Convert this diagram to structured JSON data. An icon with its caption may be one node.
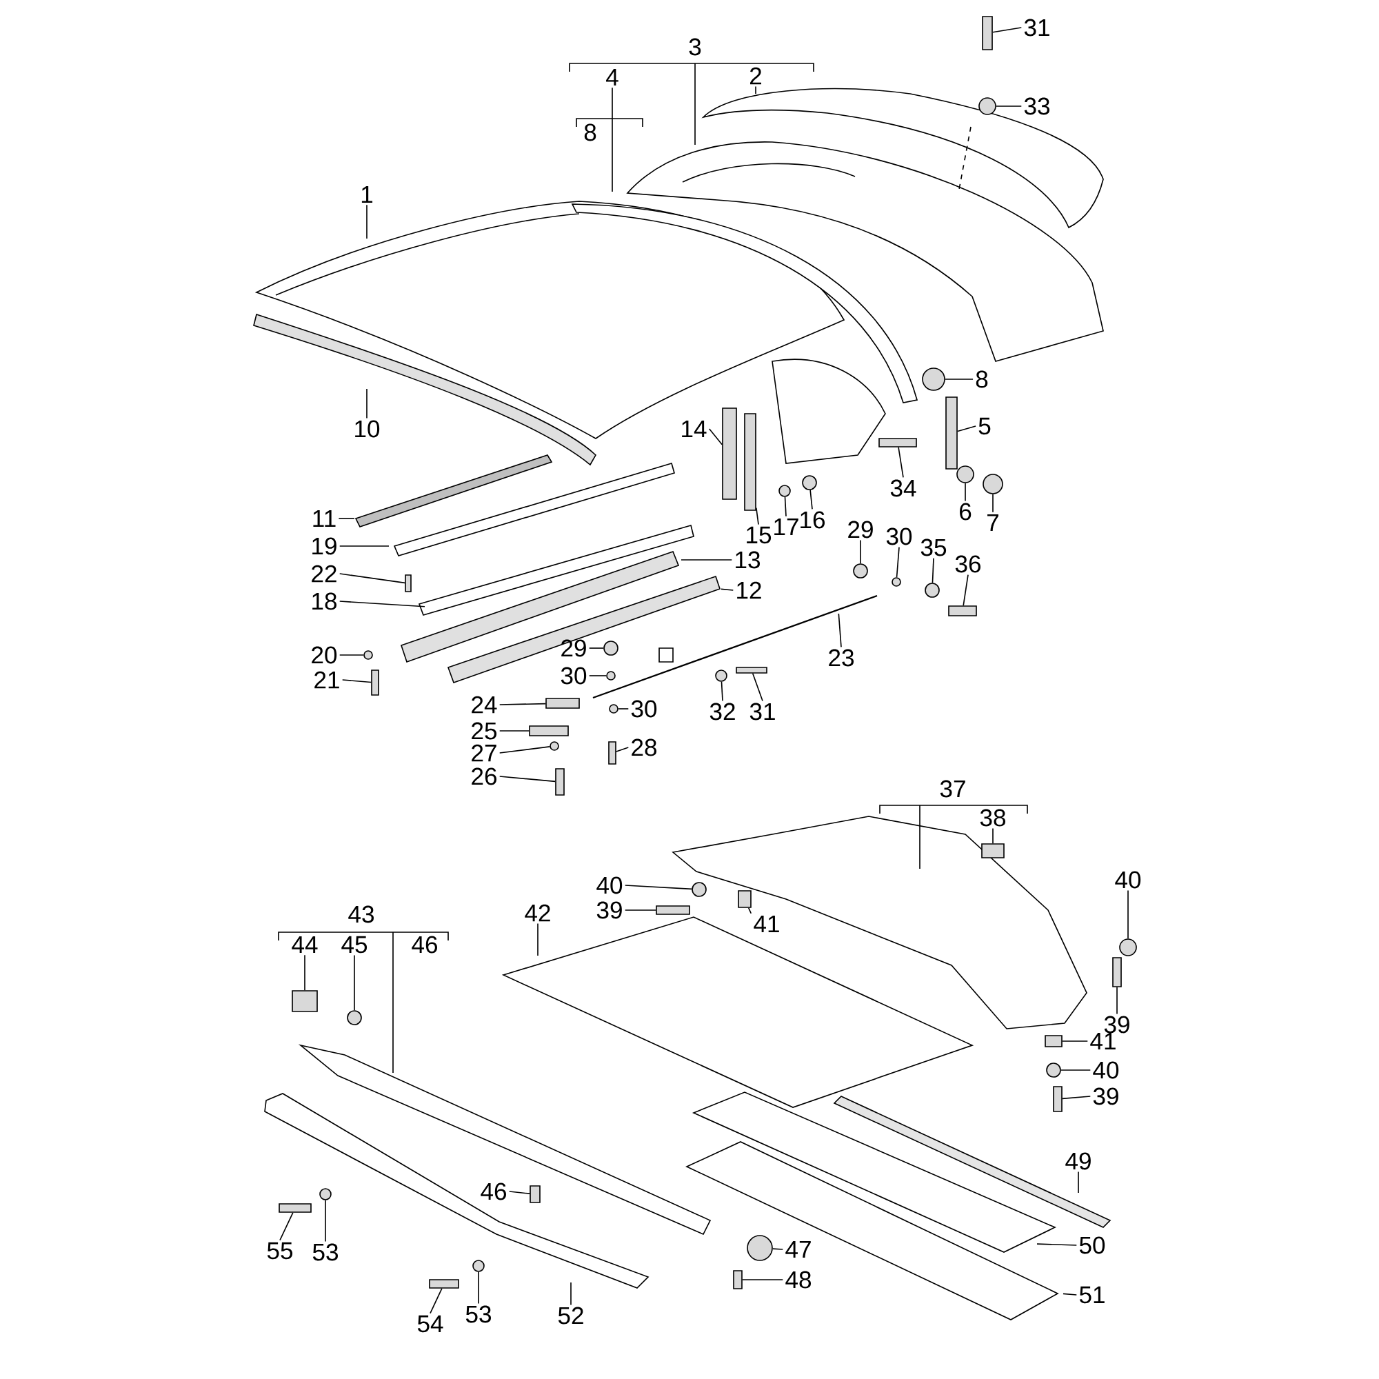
{
  "diagram": {
    "nodes": [
      {
        "text": [
          "2"
        ]
      },
      {
        "text": [
          "4"
        ]
      },
      {
        "text": [
          "31"
        ]
      },
      {
        "text": [
          "33"
        ]
      },
      {
        "text": [
          "1"
        ]
      },
      {
        "text": [
          "8"
        ]
      },
      {
        "text": [
          "5"
        ]
      },
      {
        "text": [
          "10"
        ]
      },
      {
        "text": [
          "14"
        ]
      },
      {
        "text": [
          "34"
        ]
      },
      {
        "text": [
          "6"
        ]
      },
      {
        "text": [
          "7"
        ]
      },
      {
        "text": [
          "11"
        ]
      },
      {
        "text": [
          "17"
        ]
      },
      {
        "text": [
          "16"
        ]
      },
      {
        "text": [
          "15"
        ]
      },
      {
        "text": [
          "29"
        ]
      },
      {
        "text": [
          "30"
        ]
      },
      {
        "text": [
          "19"
        ]
      },
      {
        "text": [
          "35"
        ]
      },
      {
        "text": [
          "13"
        ]
      },
      {
        "text": [
          "36"
        ]
      },
      {
        "text": [
          "22"
        ]
      },
      {
        "text": [
          "12"
        ]
      },
      {
        "text": [
          "18"
        ]
      },
      {
        "text": [
          "29"
        ]
      },
      {
        "text": [
          "20"
        ]
      },
      {
        "text": [
          "23"
        ]
      },
      {
        "text": [
          "30"
        ]
      },
      {
        "text": [
          "21"
        ]
      },
      {
        "text": [
          "24"
        ]
      },
      {
        "text": [
          "32"
        ]
      },
      {
        "text": [
          "31"
        ]
      },
      {
        "text": [
          "30"
        ]
      },
      {
        "text": [
          "25"
        ]
      },
      {
        "text": [
          "28"
        ]
      },
      {
        "text": [
          "27"
        ]
      },
      {
        "text": [
          "26"
        ]
      },
      {
        "text": [
          "38"
        ]
      },
      {
        "text": [
          "40"
        ]
      },
      {
        "text": [
          "40"
        ]
      },
      {
        "text": [
          "39"
        ]
      },
      {
        "text": [
          "42"
        ]
      },
      {
        "text": [
          "41"
        ]
      },
      {
        "text": [
          "44"
        ]
      },
      {
        "text": [
          "45"
        ]
      },
      {
        "text": [
          "39"
        ]
      },
      {
        "text": [
          "41"
        ]
      },
      {
        "text": [
          "40"
        ]
      },
      {
        "text": [
          "39"
        ]
      },
      {
        "text": [
          "49"
        ]
      },
      {
        "text": [
          "46"
        ]
      },
      {
        "text": [
          "50"
        ]
      },
      {
        "text": [
          "47"
        ]
      },
      {
        "text": [
          "55"
        ]
      },
      {
        "text": [
          "53"
        ]
      },
      {
        "text": [
          "48"
        ]
      },
      {
        "text": [
          "51"
        ]
      },
      {
        "text": [
          "54"
        ]
      },
      {
        "text": [
          "53"
        ]
      },
      {
        "text": [
          "52"
        ]
      },
      {
        "text": [],
        "shape": "box"
      },
      {
        "text": [],
        "shape": "circle"
      },
      {
        "text": [],
        "shape": "circle"
      },
      {
        "text": [],
        "shape": "box"
      },
      {
        "text": [],
        "shape": "box"
      },
      {
        "text": [],
        "shape": "box"
      },
      {
        "text": [],
        "shape": "circle"
      },
      {
        "text": [],
        "shape": "circle"
      },
      {
        "text": [],
        "shape": "circle"
      },
      {
        "text": [],
        "shape": "circle"
      },
      {
        "text": [],
        "shape": "box"
      },
      {
        "text": [],
        "shape": "circle"
      },
      {
        "text": [],
        "shape": "circle"
      },
      {
        "text": [],
        "shape": "circle"
      },
      {
        "text": [],
        "shape": "box"
      },
      {
        "text": [],
        "shape": "box"
      },
      {
        "text": [],
        "shape": "circle"
      },
      {
        "text": [],
        "shape": "circle"
      },
      {
        "text": [],
        "shape": "circle"
      },
      {
        "text": [],
        "shape": "box"
      },
      {
        "text": [],
        "shape": "box"
      },
      {
        "text": [],
        "shape": "circle"
      },
      {
        "text": [],
        "shape": "box"
      },
      {
        "text": [],
        "shape": "circle"
      },
      {
        "text": [],
        "shape": "box"
      },
      {
        "text": [],
        "shape": "box"
      },
      {
        "text": [],
        "shape": "circle"
      },
      {
        "text": [],
        "shape": "box"
      },
      {
        "text": [],
        "shape": "box"
      },
      {
        "text": [],
        "shape": "circle"
      },
      {
        "text": [],
        "shape": "circle"
      },
      {
        "text": [],
        "shape": "box"
      },
      {
        "text": [],
        "shape": "box"
      },
      {
        "text": [],
        "shape": "box"
      },
      {
        "text": [],
        "shape": "circle"
      },
      {
        "text": [],
        "shape": "box"
      },
      {
        "text": [],
        "shape": "box"
      },
      {
        "text": [],
        "shape": "circle"
      },
      {
        "text": [],
        "shape": "box"
      },
      {
        "text": [],
        "shape": "box"
      },
      {
        "text": [],
        "shape": "circle"
      },
      {
        "text": [],
        "shape": "box"
      },
      {
        "text": [],
        "shape": "circle"
      },
      {
        "text": [],
        "shape": "box"
      },
      {
        "text": [],
        "shape": "box"
      },
      {
        "text": [],
        "shape": "circle"
      }
    ],
    "edges": [
      {
        "from": 0,
        "to": null,
        "arrow": "none"
      },
      {
        "from": 1,
        "to": null,
        "arrow": "none"
      },
      {
        "from": 2,
        "to": 61,
        "arrow": "none"
      },
      {
        "from": 3,
        "to": 62,
        "arrow": "none"
      },
      {
        "from": 4,
        "to": null,
        "arrow": "none"
      },
      {
        "from": 5,
        "to": 63,
        "arrow": "none"
      },
      {
        "from": 6,
        "to": 64,
        "arrow": "none"
      },
      {
        "from": 7,
        "to": null,
        "arrow": "none"
      },
      {
        "from": 8,
        "to": 65,
        "arrow": "none"
      },
      {
        "from": 9,
        "to": 66,
        "arrow": "none"
      },
      {
        "from": 10,
        "to": 67,
        "arrow": "none"
      },
      {
        "from": 11,
        "to": 68,
        "arrow": "none"
      },
      {
        "from": 12,
        "to": null,
        "arrow": "none"
      },
      {
        "from": 13,
        "to": 69,
        "arrow": "none"
      },
      {
        "from": 14,
        "to": 70,
        "arrow": "none"
      },
      {
        "from": 15,
        "to": 71,
        "arrow": "none"
      },
      {
        "from": 16,
        "to": 72,
        "arrow": "none"
      },
      {
        "from": 17,
        "to": 73,
        "arrow": "none"
      },
      {
        "from": 18,
        "to": null,
        "arrow": "none"
      },
      {
        "from": 19,
        "to": 74,
        "arrow": "none"
      },
      {
        "from": 20,
        "to": null,
        "arrow": "none"
      },
      {
        "from": 21,
        "to": 75,
        "arrow": "none"
      },
      {
        "from": 22,
        "to": 76,
        "arrow": "none"
      },
      {
        "from": 23,
        "to": null,
        "arrow": "none"
      },
      {
        "from": 24,
        "to": null,
        "arrow": "none"
      },
      {
        "from": 25,
        "to": 77,
        "arrow": "none"
      },
      {
        "from": 26,
        "to": 78,
        "arrow": "none"
      },
      {
        "from": 27,
        "to": null,
        "arrow": "none"
      },
      {
        "from": 28,
        "to": 79,
        "arrow": "none"
      },
      {
        "from": 29,
        "to": 80,
        "arrow": "none"
      },
      {
        "from": 30,
        "to": 81,
        "arrow": "none"
      },
      {
        "from": 31,
        "to": 82,
        "arrow": "none"
      },
      {
        "from": 32,
        "to": 83,
        "arrow": "none"
      },
      {
        "from": 33,
        "to": 84,
        "arrow": "none"
      },
      {
        "from": 34,
        "to": 85,
        "arrow": "none"
      },
      {
        "from": 35,
        "to": 86,
        "arrow": "none"
      },
      {
        "from": 36,
        "to": 87,
        "arrow": "none"
      },
      {
        "from": 37,
        "to": 88,
        "arrow": "none"
      },
      {
        "from": 38,
        "to": 89,
        "arrow": "none"
      },
      {
        "from": 39,
        "to": 90,
        "arrow": "none"
      },
      {
        "from": 40,
        "to": 91,
        "arrow": "none"
      },
      {
        "from": 41,
        "to": 92,
        "arrow": "none"
      },
      {
        "from": 42,
        "to": null,
        "arrow": "none"
      },
      {
        "from": 43,
        "to": 93,
        "arrow": "none"
      },
      {
        "from": 44,
        "to": 94,
        "arrow": "none"
      },
      {
        "from": 45,
        "to": 95,
        "arrow": "none"
      },
      {
        "from": 46,
        "to": 96,
        "arrow": "none"
      },
      {
        "from": 47,
        "to": 97,
        "arrow": "none"
      },
      {
        "from": 48,
        "to": 98,
        "arrow": "none"
      },
      {
        "from": 49,
        "to": 99,
        "arrow": "none"
      },
      {
        "from": 50,
        "to": null,
        "arrow": "none"
      },
      {
        "from": 51,
        "to": 100,
        "arrow": "none"
      },
      {
        "from": 52,
        "to": null,
        "arrow": "none"
      },
      {
        "from": 53,
        "to": 101,
        "arrow": "none"
      },
      {
        "from": 54,
        "to": 102,
        "arrow": "none"
      },
      {
        "from": 55,
        "to": 103,
        "arrow": "none"
      },
      {
        "from": 56,
        "to": 104,
        "arrow": "none"
      },
      {
        "from": 57,
        "to": null,
        "arrow": "none"
      },
      {
        "from": 58,
        "to": 105,
        "arrow": "none"
      },
      {
        "from": 59,
        "to": 106,
        "arrow": "none"
      },
      {
        "from": 60,
        "to": null,
        "arrow": "none"
      }
    ],
    "labels": [
      "3",
      "8",
      "37",
      "43",
      "46"
    ]
  }
}
